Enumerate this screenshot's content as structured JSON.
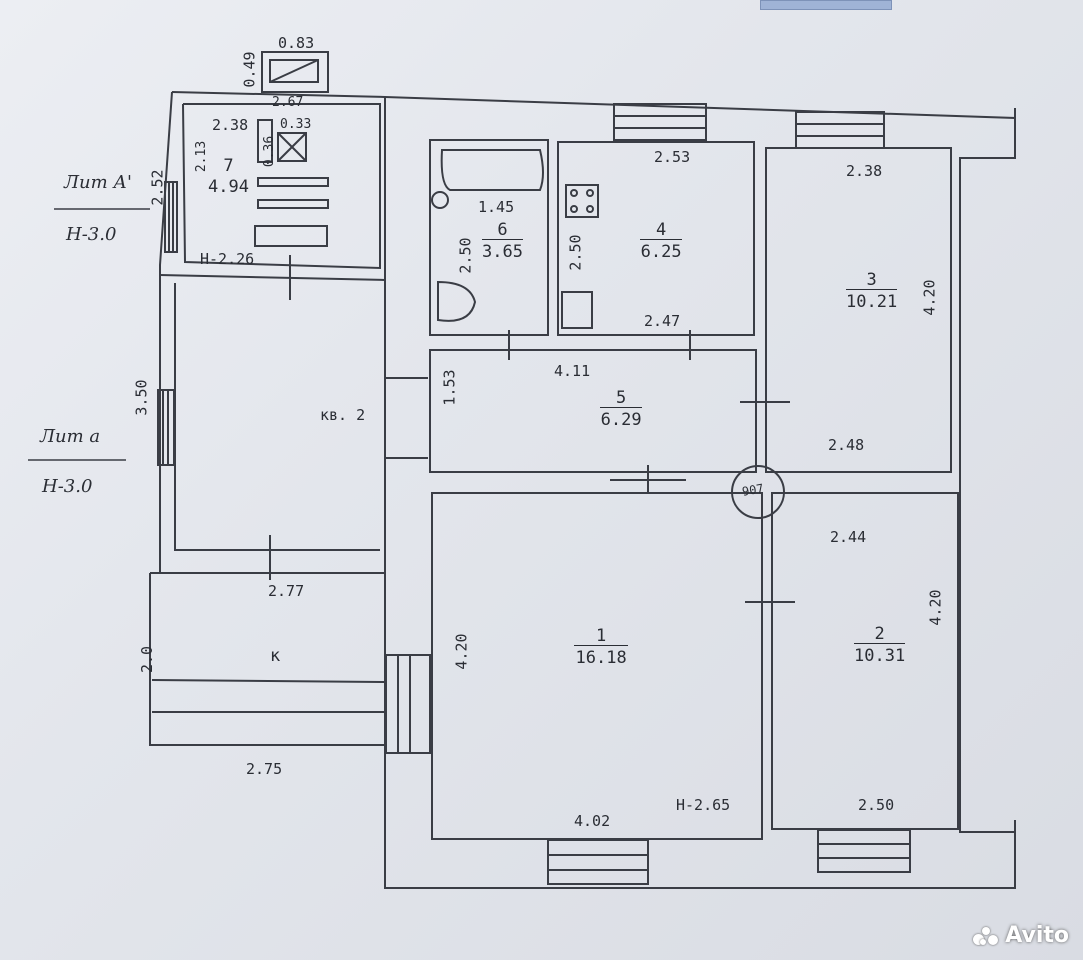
{
  "brand": {
    "watermark": "Avito"
  },
  "dims": {
    "top_box_width": "0.83",
    "top_box_height": "0.49",
    "top_wall": "2.67",
    "r7_top": "2.38",
    "r7_side": "2.13",
    "r7_small": "0.33",
    "r7_small2": "0.36",
    "left_a1": "2.52",
    "h_226": "H-2.26",
    "r6_top": "1.45",
    "r6_side": "2.50",
    "r4_top": "2.53",
    "r4_side": "2.50",
    "r4_bottom": "2.47",
    "r3_top": "2.38",
    "r3_side": "4.20",
    "r3_bottom": "2.48",
    "r5_top": "4.11",
    "r5_side": "1.53",
    "left_a": "3.50",
    "kv": "кв. 2",
    "bottom_277": "2.77",
    "k_side": "2.0",
    "k_bottom": "2.75",
    "r1_side": "4.20",
    "r1_bottom": "4.02",
    "h_265": "H-2.65",
    "r2_top": "2.44",
    "r2_side": "4.20",
    "r2_bottom": "2.50",
    "stove": "907"
  },
  "rooms": {
    "r1": {
      "num": "1",
      "area": "16.18"
    },
    "r2": {
      "num": "2",
      "area": "10.31"
    },
    "r3": {
      "num": "3",
      "area": "10.21"
    },
    "r4": {
      "num": "4",
      "area": "6.25"
    },
    "r5": {
      "num": "5",
      "area": "6.29"
    },
    "r6": {
      "num": "6",
      "area": "3.65"
    },
    "r7": {
      "num": "7",
      "area": "4.94"
    },
    "k": {
      "num": "к"
    }
  },
  "lit": {
    "a1": {
      "title": "Лит А'",
      "h": "Н-3.0"
    },
    "a": {
      "title": "Лит а",
      "h": "Н-3.0"
    }
  }
}
